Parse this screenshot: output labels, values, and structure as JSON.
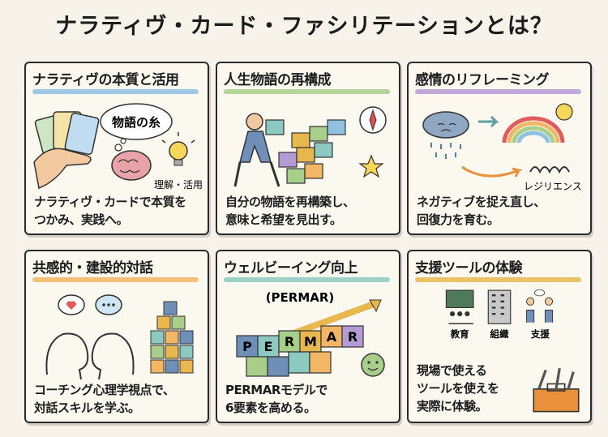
{
  "title": "ナラティヴ・カード・ファシリテーションとは？",
  "colors": {
    "blue": "#8fc1e3",
    "green": "#a8cf8a",
    "purple": "#b59bd6",
    "orange": "#f2b664",
    "teal": "#8cc9c0",
    "gold": "#e8b84f"
  },
  "cards": [
    {
      "title": "ナラティヴの本質と活用",
      "bubble": "物語の糸",
      "tag": "理解・活用",
      "desc": [
        "ナラティヴ・カードで本質を",
        "つかみ、実践へ。"
      ]
    },
    {
      "title": "人生物語の再構成",
      "desc": [
        "自分の物語を再構築し、",
        "意味と希望を見出す。"
      ]
    },
    {
      "title": "感情のリフレーミング",
      "tag": "レジリエンス",
      "desc": [
        "ネガティブを捉え直し、",
        "回復力を育む。"
      ]
    },
    {
      "title": "共感的・建設的対話",
      "desc": [
        "コーチング心理学視点で、",
        "対話スキルを学ぶ。"
      ]
    },
    {
      "title": "ウェルビーイング向上",
      "subtitle": "(PERMAR)",
      "letters": [
        "P",
        "E",
        "R",
        "M",
        "A",
        "R"
      ],
      "desc": [
        "PERMARモデルで",
        "6要素を高める。"
      ]
    },
    {
      "title": "支援ツールの体験",
      "labels": [
        "教育",
        "組織",
        "支援"
      ],
      "desc": [
        "現場で使える",
        "ツールを使えを",
        "実際に体験。"
      ]
    }
  ]
}
